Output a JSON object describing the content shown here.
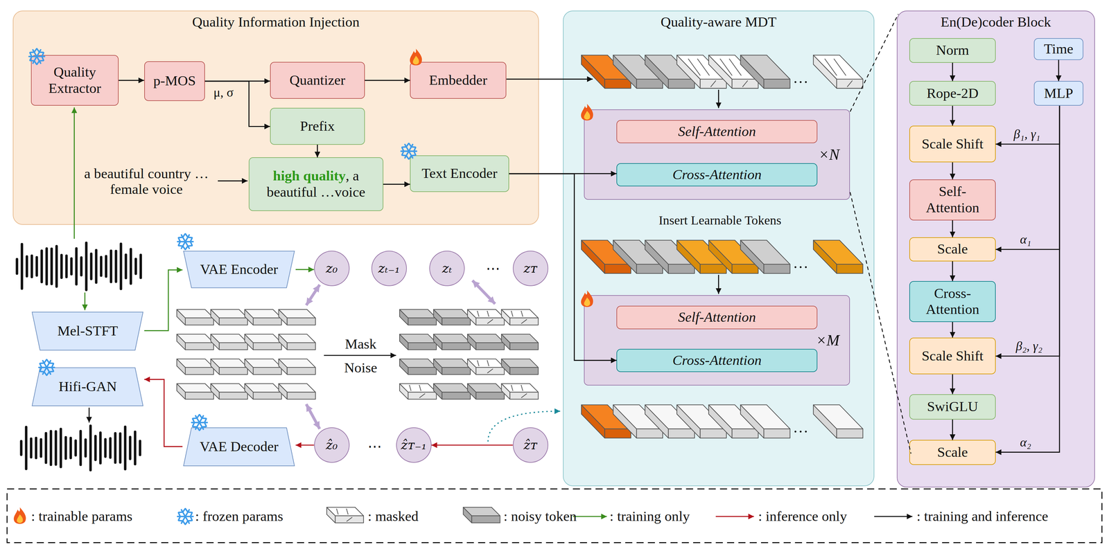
{
  "diagram": {
    "nodes": [
      {
        "text": [
          "Quality Information Injection"
        ]
      },
      {
        "text": [
          "Quality Extractor"
        ],
        "in": 0
      },
      {
        "text": [
          "p-MOS"
        ],
        "in": 0
      },
      {
        "text": [
          "Quantizer"
        ],
        "in": 0
      },
      {
        "text": [
          "Embedder"
        ],
        "in": 0
      },
      {
        "text": [
          "Prefix"
        ],
        "in": 0
      },
      {
        "text": [
          "high quality",
          ", a beautiful …voice"
        ],
        "in": 0
      },
      {
        "text": [
          "Text Encoder"
        ],
        "in": 0
      },
      {
        "text": [
          "Quality-aware MDT"
        ]
      },
      {
        "text": [
          "×N"
        ],
        "in": 8
      },
      {
        "text": [
          "Self-Attention"
        ],
        "in": 9
      },
      {
        "text": [
          "Cross-Attention"
        ],
        "in": 9
      },
      {
        "text": [
          "×M"
        ],
        "in": 8
      },
      {
        "text": [
          "Self-Attention"
        ],
        "in": 12
      },
      {
        "text": [
          "Cross-Attention"
        ],
        "in": 12
      },
      {
        "text": [
          "En(De)coder Block"
        ]
      },
      {
        "text": [
          "Norm"
        ],
        "in": 15
      },
      {
        "text": [
          "Time"
        ],
        "in": 15
      },
      {
        "text": [
          "Rope-2D"
        ],
        "in": 15
      },
      {
        "text": [
          "MLP"
        ],
        "in": 15
      },
      {
        "text": [
          "Scale Shift"
        ],
        "in": 15
      },
      {
        "text": [
          "Self-Attention"
        ],
        "in": 15
      },
      {
        "text": [
          "Scale"
        ],
        "in": 15
      },
      {
        "text": [
          "Cross-Attention"
        ],
        "in": 15
      },
      {
        "text": [
          "Scale Shift"
        ],
        "in": 15
      },
      {
        "text": [
          "SwiGLU"
        ],
        "in": 15
      },
      {
        "text": [
          "Scale"
        ],
        "in": 15
      },
      {
        "text": [
          "VAE Encoder"
        ]
      },
      {
        "text": [
          "z₀"
        ]
      },
      {
        "text": [
          "zₜ₋₁"
        ]
      },
      {
        "text": [
          "zₜ"
        ]
      },
      {
        "text": [
          "zᴛ"
        ]
      },
      {
        "text": [
          "Mel-STFT"
        ]
      },
      {
        "text": [
          "Hifi-GAN"
        ]
      },
      {
        "text": [
          "VAE Decoder"
        ]
      },
      {
        "text": [
          "ẑ₀"
        ]
      },
      {
        "text": [
          "ẑᴛ₋₁"
        ]
      },
      {
        "text": [
          "ẑᴛ"
        ]
      }
    ],
    "edges": [
      {
        "from": 1,
        "to": 2,
        "arrow": "to"
      },
      {
        "from": 2,
        "to": 3,
        "arrow": "to"
      },
      {
        "from": 2,
        "to": 5,
        "arrow": "to"
      },
      {
        "from": 3,
        "to": 4,
        "arrow": "to"
      },
      {
        "from": 5,
        "to": 6,
        "arrow": "to"
      },
      {
        "from": 6,
        "to": 7,
        "arrow": "to"
      },
      {
        "from": 7,
        "to": 11,
        "arrow": "to"
      },
      {
        "from": 7,
        "to": 14,
        "arrow": "to"
      },
      {
        "from": 32,
        "to": 27,
        "arrow": "to"
      },
      {
        "from": 27,
        "to": 28,
        "arrow": "to"
      },
      {
        "from": 35,
        "to": 34,
        "arrow": "to"
      },
      {
        "from": 34,
        "to": 33,
        "arrow": "to"
      },
      {
        "from": 37,
        "to": 36,
        "arrow": "to"
      },
      {
        "from": 16,
        "to": 18,
        "arrow": "to"
      },
      {
        "from": 18,
        "to": 20,
        "arrow": "to"
      },
      {
        "from": 20,
        "to": 21,
        "arrow": "to"
      },
      {
        "from": 21,
        "to": 22,
        "arrow": "to"
      },
      {
        "from": 22,
        "to": 23,
        "arrow": "to"
      },
      {
        "from": 23,
        "to": 24,
        "arrow": "to"
      },
      {
        "from": 24,
        "to": 25,
        "arrow": "to"
      },
      {
        "from": 25,
        "to": 26,
        "arrow": "to"
      },
      {
        "from": 17,
        "to": 19,
        "arrow": "to"
      },
      {
        "from": 19,
        "to": 20,
        "arrow": "to",
        "label": "β₁, γ₁"
      },
      {
        "from": 19,
        "to": 22,
        "arrow": "to",
        "label": "α₁"
      },
      {
        "from": 19,
        "to": 24,
        "arrow": "to",
        "label": "β₂, γ₂"
      },
      {
        "from": 19,
        "to": 26,
        "arrow": "to",
        "label": "α₂"
      }
    ],
    "labels": [
      "a beautiful country … female voice",
      "μ, σ",
      "Insert Learnable Tokens",
      "Mask",
      "Noise",
      "⋯",
      "⋯",
      "…",
      "…",
      "…"
    ],
    "legend": [
      {
        "text": ": trainable params"
      },
      {
        "text": ": frozen params"
      },
      {
        "text": ": masked"
      },
      {
        "text": ": noisy token"
      },
      {
        "text": ": training only"
      },
      {
        "text": ": inference only"
      },
      {
        "text": ": training and inference"
      }
    ]
  }
}
